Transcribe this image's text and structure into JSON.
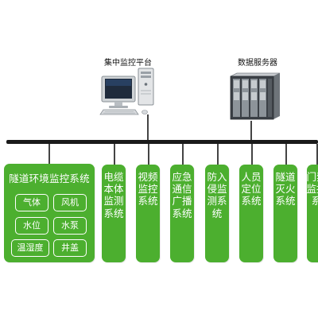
{
  "top": {
    "platform_label": "集中监控平台",
    "server_label": "数据服务器"
  },
  "main_system": {
    "title": "隧道环境监控系统",
    "items": [
      "气体",
      "风机",
      "水位",
      "水泵",
      "温湿度",
      "井盖"
    ]
  },
  "subsystems": [
    "电缆本体监测系统",
    "视频监控系统",
    "应急通信广播系统",
    "防入侵监测系统",
    "人员定位系统",
    "隧道灭火系统",
    "门禁监控系"
  ],
  "colors": {
    "box_green": "#4caf2f",
    "bus": "#1a1a1a"
  }
}
